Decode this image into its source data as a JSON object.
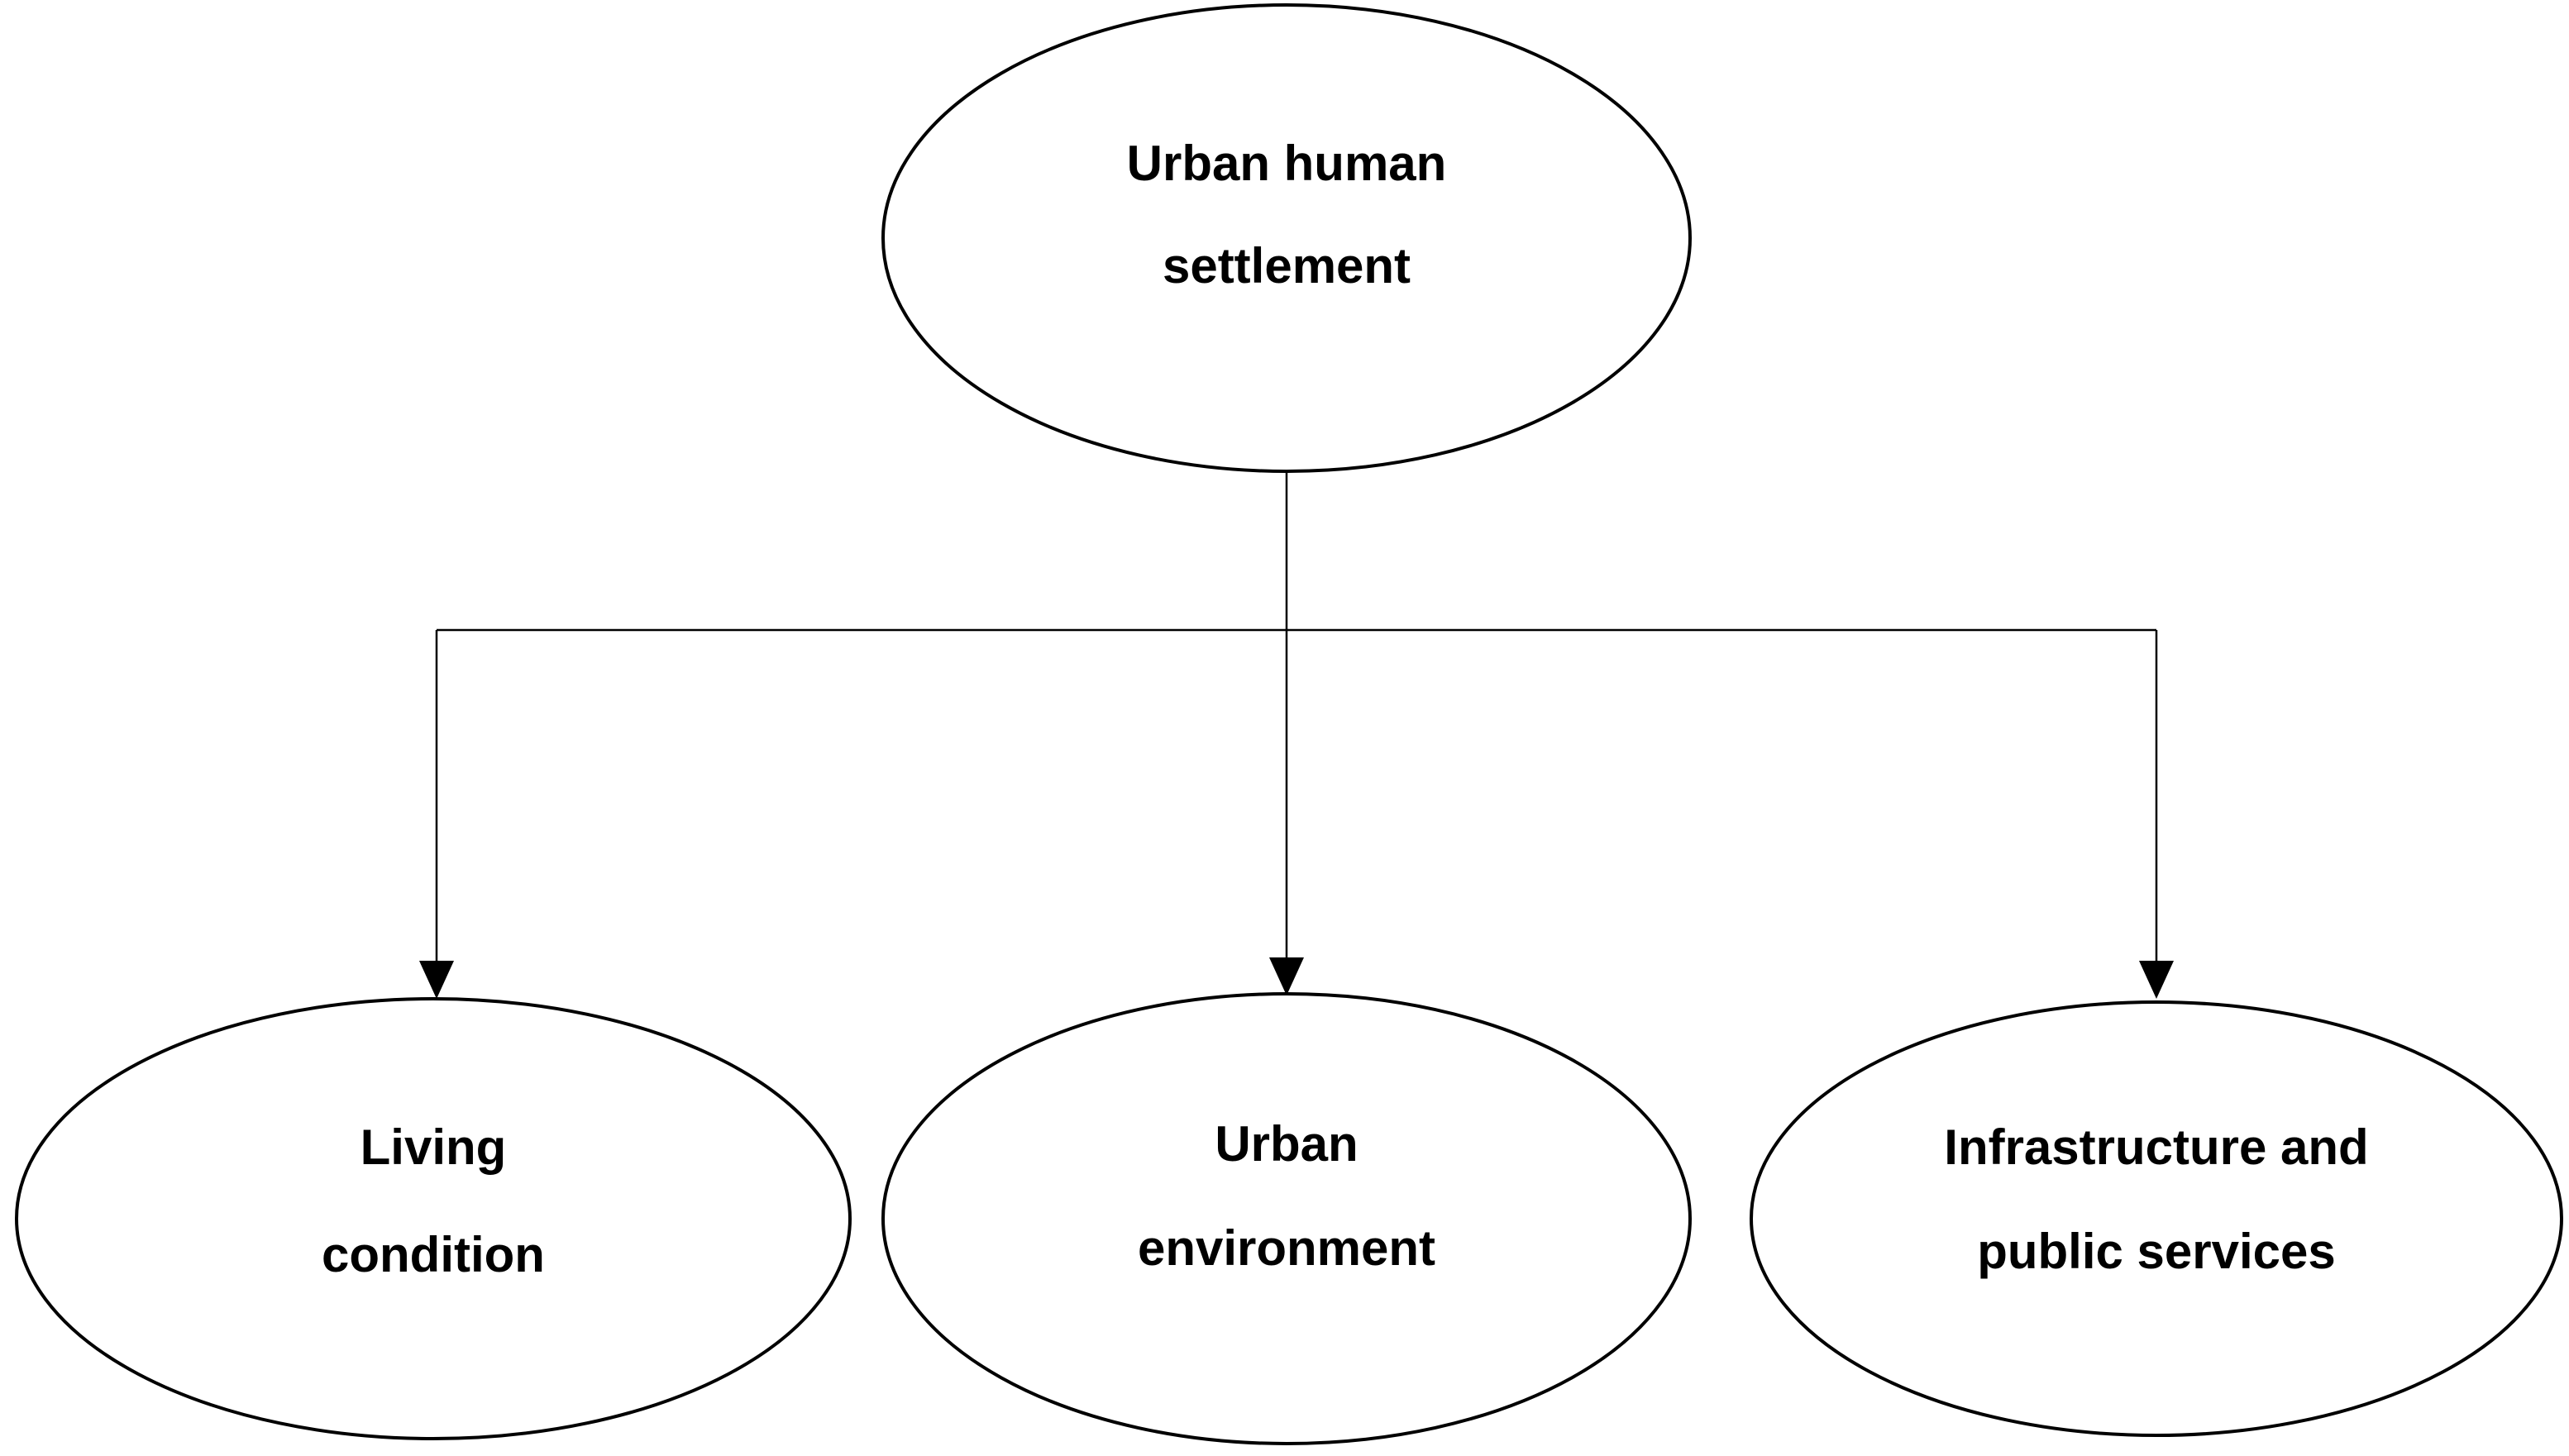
{
  "diagram": {
    "root": {
      "line1": "Urban human",
      "line2": "settlement"
    },
    "children": [
      {
        "line1": "Living",
        "line2": "condition"
      },
      {
        "line1": "Urban",
        "line2": "environment"
      },
      {
        "line1": "Infrastructure and",
        "line2": "public services"
      }
    ],
    "colors": {
      "stroke": "#000000",
      "fill": "#ffffff",
      "text": "#000000"
    }
  }
}
